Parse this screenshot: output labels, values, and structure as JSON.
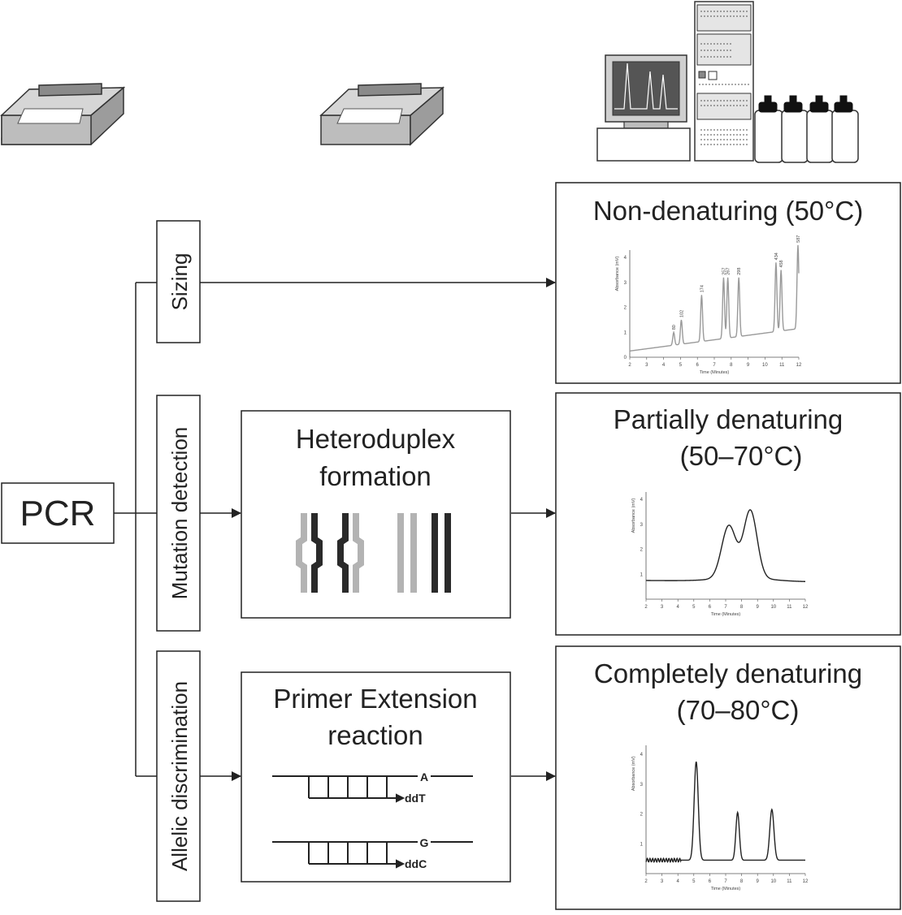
{
  "pcr_label": "PCR",
  "branches": {
    "sizing": "Sizing",
    "mutation": "Mutation detection",
    "allelic": "Allelic discrimination"
  },
  "heteroduplex": {
    "line1": "Heteroduplex",
    "line2": "formation"
  },
  "primer_extension": {
    "line1": "Primer Extension",
    "line2": "reaction",
    "template_base_1": "A",
    "ddnt_1": "ddT",
    "template_base_2": "G",
    "ddnt_2": "ddC"
  },
  "results": {
    "non_denaturing": {
      "title": "Non-denaturing (50°C)"
    },
    "partially": {
      "line1": "Partially denaturing",
      "line2": "(50–70°C)"
    },
    "completely": {
      "line1": "Completely denaturing",
      "line2": "(70–80°C)"
    }
  },
  "chromatograms": {
    "y_axis_label": "Absorbance (mV)",
    "x_axis_label": "Time (Minutes)",
    "chrom1": {
      "peak_labels": [
        "80",
        "102",
        "174",
        "257",
        "267",
        "298",
        "434",
        "458",
        "587"
      ],
      "x_ticks": [
        "2",
        "3",
        "4",
        "5",
        "6",
        "7",
        "8",
        "9",
        "10",
        "11",
        "12"
      ],
      "y_ticks": [
        "0",
        "1",
        "2",
        "3",
        "4"
      ]
    },
    "chrom2": {
      "x_ticks": [
        "2",
        "3",
        "4",
        "5",
        "6",
        "7",
        "8",
        "9",
        "10",
        "11",
        "12"
      ],
      "y_ticks": [
        "1",
        "2",
        "3",
        "4"
      ]
    },
    "chrom3": {
      "x_ticks": [
        "2",
        "3",
        "4",
        "5",
        "6",
        "7",
        "8",
        "9",
        "10",
        "11",
        "12"
      ],
      "y_ticks": [
        "1",
        "2",
        "3",
        "4"
      ]
    }
  },
  "colors": {
    "stroke": "#222222",
    "light_strand": "#b3b3b3",
    "dark_strand": "#2a2a2a",
    "equipment_fill": "#cfcfcf"
  }
}
